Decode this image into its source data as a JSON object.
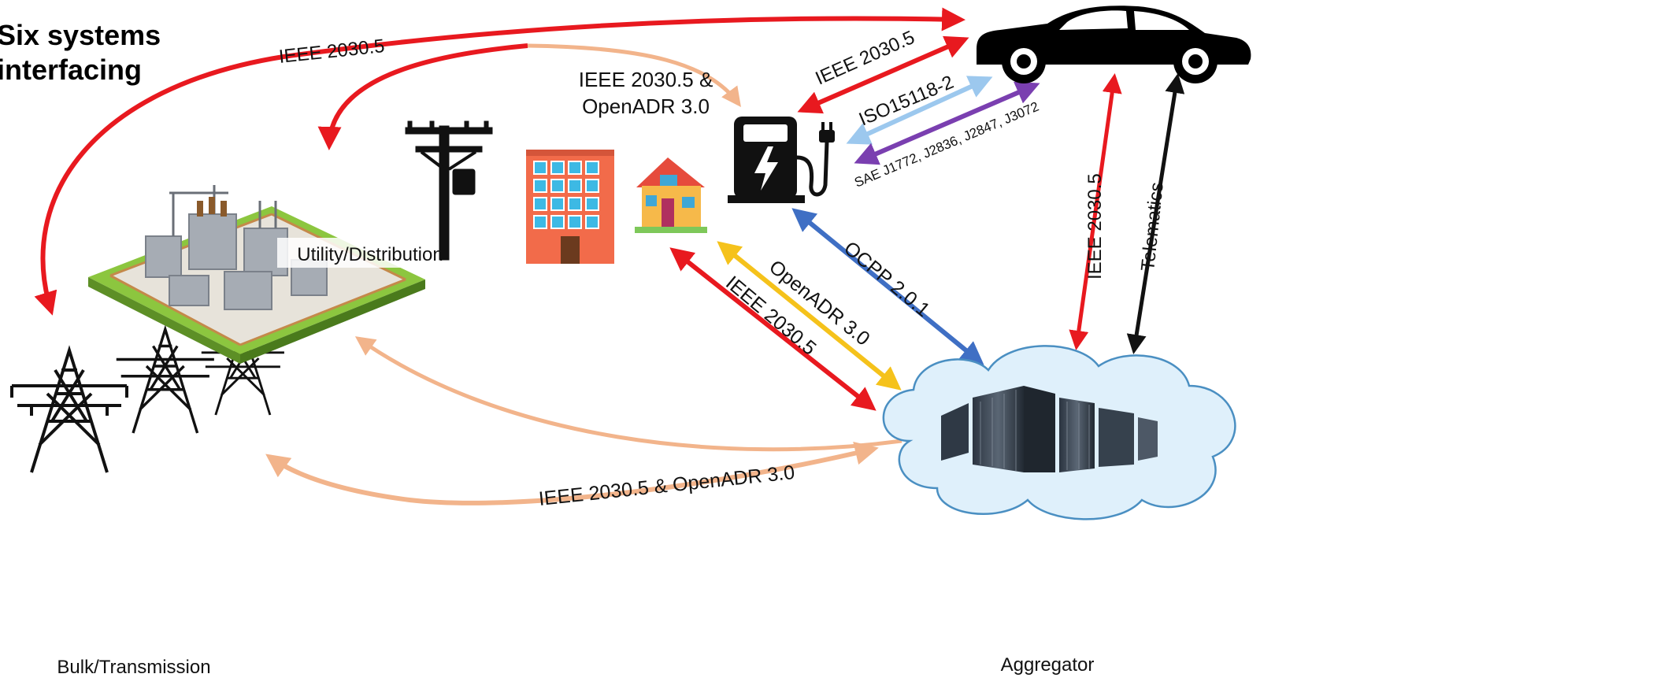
{
  "title": {
    "line1": "Six systems",
    "line2": "interfacing"
  },
  "nodes": {
    "transmission": "Bulk/Transmission",
    "distribution": "Utility/Distribution",
    "aggregator": "Aggregator"
  },
  "links": {
    "grid_to_ev": "IEEE 2030.5",
    "utility_to_charger": "IEEE 2030.5 &",
    "utility_to_charger_2": "OpenADR 3.0",
    "charger_ev": "IEEE 2030.5",
    "charger_ev_iso": "ISO15118-2",
    "charger_ev_sae": "SAE J1772, J2836, J2847, J3072",
    "aggregator_charger": "OCPP 2.0.1",
    "aggregator_building": "OpenADR 3.0",
    "aggregator_home": "IEEE 2030.5",
    "aggregator_ev": "IEEE 2030.5",
    "aggregator_ev_telematics": "Telematics",
    "aggregator_grid": "IEEE 2030.5 & OpenADR 3.0"
  },
  "colors": {
    "ieee": "#e8191f",
    "openadr_mixed": "#f2b48b",
    "iso": "#9cc8ee",
    "sae": "#7a3fb0",
    "ocpp": "#3f6fc4",
    "openadr": "#f5c21b",
    "telematics": "#111111"
  }
}
